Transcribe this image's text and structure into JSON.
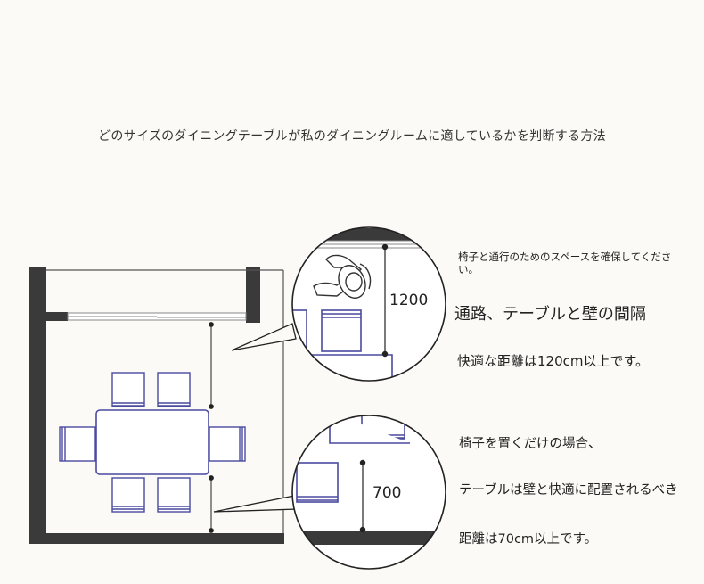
{
  "title": "どのサイズのダイニングテーブルが私のダイニングルームに適しているかを判断する方法",
  "callout_top": {
    "dimension_label": "1200",
    "note": "椅子と通行のためのスペースを確保してください。",
    "heading": "通路、テーブルと壁の間隔",
    "body": "快適な距離は120cm以上です。"
  },
  "callout_bottom": {
    "dimension_label": "700",
    "line1": "椅子を置くだけの場合、",
    "line2": "テーブルは壁と快適に配置されるべき",
    "line3": "距離は70cm以上です。"
  },
  "colors": {
    "wall": "#3a3a3a",
    "furniture_stroke": "#4a4aa0",
    "line": "#222222",
    "background": "#fbfaf6"
  }
}
